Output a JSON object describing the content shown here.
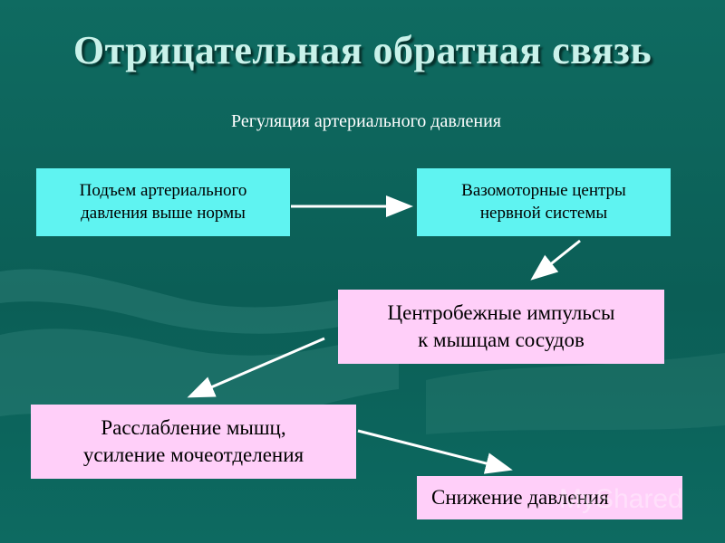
{
  "slide": {
    "title": "Отрицательная обратная связь",
    "subtitle": "Регуляция артериального давления"
  },
  "boxes": {
    "rise": "Подъем артериального\nдавления выше нормы",
    "vasomotor": "Вазомоторные  центры\nнервной системы",
    "impulses": "Центробежные импульсы\nк мышцам сосудов",
    "relaxation": "Расслабление мышц,\nусиление мочеотделения",
    "decrease": "Снижение давления"
  },
  "watermark": "MyShared",
  "colors": {
    "background": "#0b5e56",
    "title": "#c9f2ea",
    "cyan_box": "#5ff3f1",
    "pink_box": "#ffcff9",
    "arrow": "#ffffff"
  }
}
